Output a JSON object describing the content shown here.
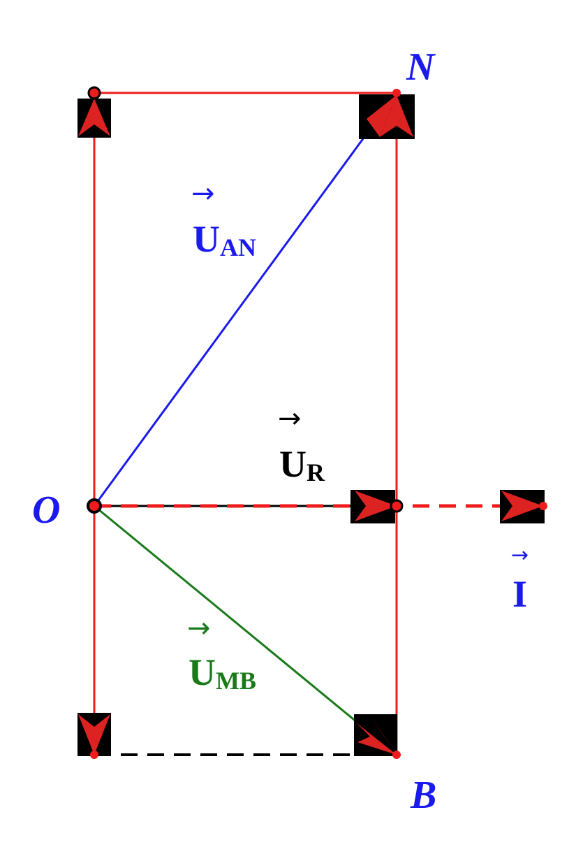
{
  "colors": {
    "frame": "#ee1c1c",
    "u_an": "#1a1aee",
    "u_mb": "#1a7a1a",
    "u_r": "#000000",
    "point_label": "#1a1aee",
    "current": "#ee1c1c",
    "marker_box": "#000000",
    "marker_arrow": "#dd2222"
  },
  "points": {
    "o": "O",
    "n": "N",
    "b": "B"
  },
  "vectors": {
    "arrow_glyph": "→",
    "u_an": {
      "main": "U",
      "sub": "AN"
    },
    "u_r": {
      "main": "U",
      "sub": "R"
    },
    "u_mb": {
      "main": "U",
      "sub": "MB"
    },
    "current": {
      "main": "I"
    }
  }
}
